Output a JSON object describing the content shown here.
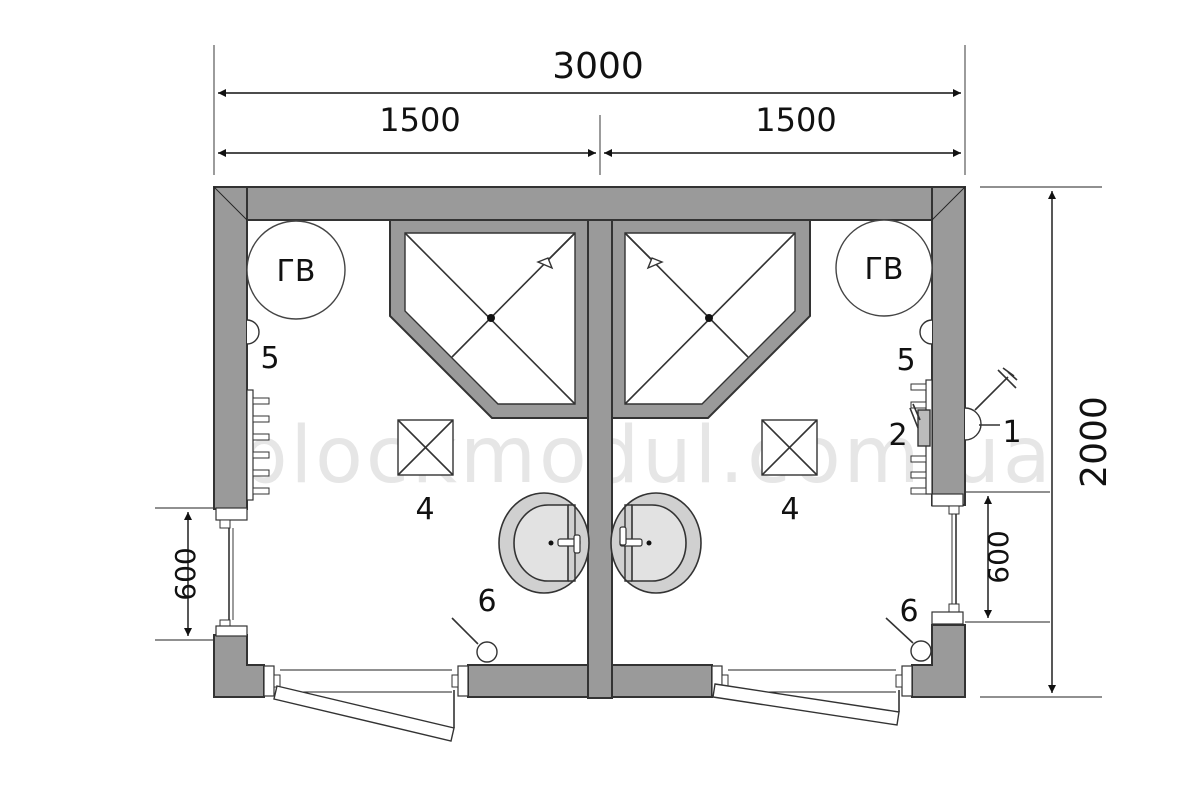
{
  "dimensions": {
    "total_width": "3000",
    "left_width": "1500",
    "right_width": "1500",
    "height": "2000",
    "window_left": "600",
    "window_right": "600"
  },
  "labels": {
    "water_heater_left": "ГВ",
    "water_heater_right": "ГВ",
    "item_1": "1",
    "item_2": "2",
    "item_4_left": "4",
    "item_4_right": "4",
    "item_5_left": "5",
    "item_5_right": "5",
    "item_6_left": "6",
    "item_6_right": "6"
  },
  "watermark": "blockmodul.com.ua"
}
